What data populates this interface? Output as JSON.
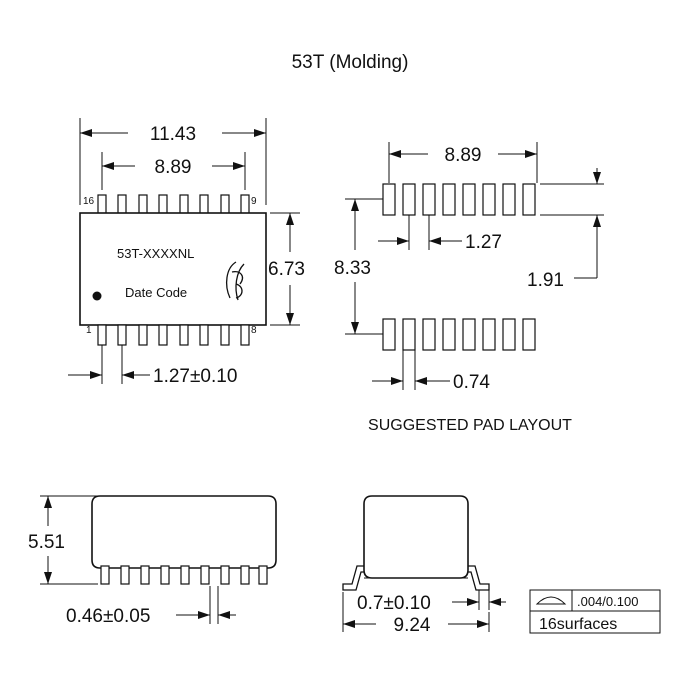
{
  "title": "53T (Molding)",
  "top_view": {
    "width_overall": "11.43",
    "pin_span": "8.89",
    "body_width": "6.73",
    "pin_pitch": "1.27±0.10",
    "pin_label_16": "16",
    "pin_label_9": "9",
    "pin_label_1": "1",
    "pin_label_8": "8",
    "part_number": "53T-XXXXNL",
    "date_code": "Date Code"
  },
  "pad_layout": {
    "pad_span": "8.89",
    "row_span": "8.33",
    "pad_pitch": "1.27",
    "pad_length": "1.91",
    "pad_width": "0.74",
    "caption": "SUGGESTED PAD LAYOUT"
  },
  "side_view": {
    "height": "5.51",
    "lead_width": "0.46±0.05"
  },
  "end_view": {
    "lead_length": "0.7±0.10",
    "overall_width": "9.24",
    "coplanarity_value": ".004/0.100",
    "coplanarity_surfaces": "16surfaces"
  }
}
